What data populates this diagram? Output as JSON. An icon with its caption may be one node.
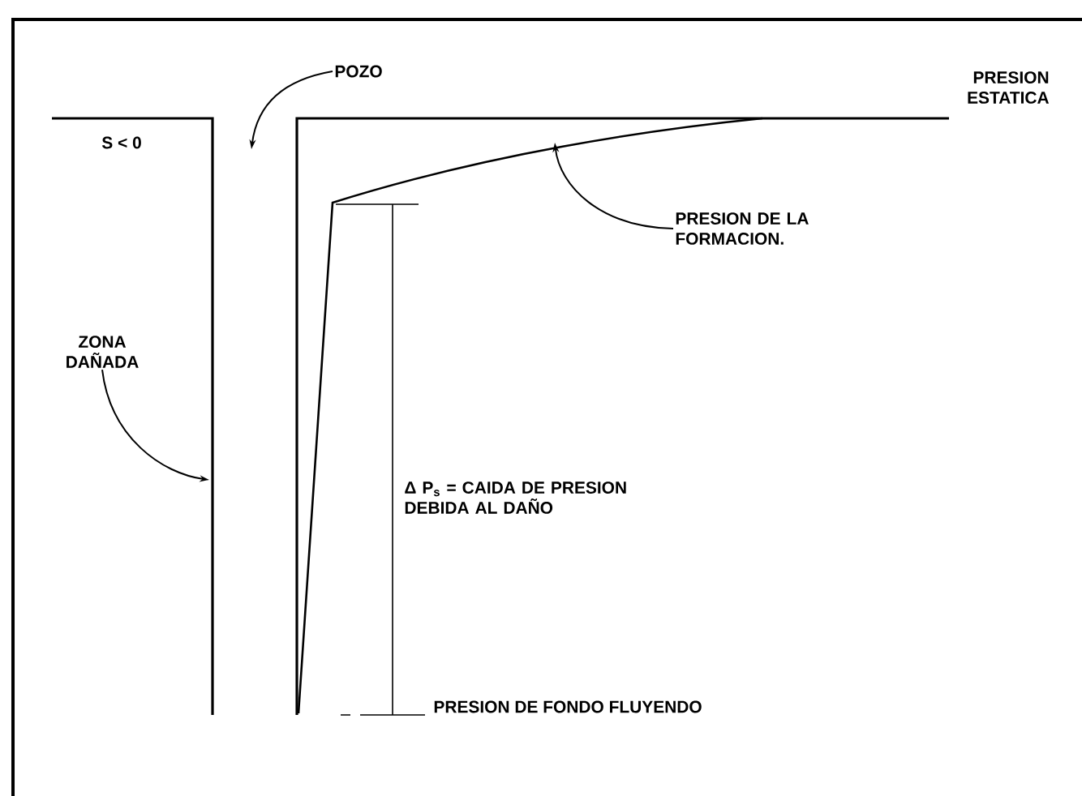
{
  "diagram": {
    "nodes": [
      {
        "text": [
          "POZO"
        ]
      },
      {
        "text": [
          "ZONA DAÑADA"
        ]
      },
      {
        "text": [
          "PRESION DE LA FORMACION."
        ]
      }
    ],
    "edges": [
      {
        "from": 0,
        "to": null,
        "arrow": "to"
      },
      {
        "from": 1,
        "to": null,
        "arrow": "to"
      },
      {
        "from": 2,
        "to": null,
        "arrow": "to"
      }
    ],
    "labels": [
      "S < 0",
      "PRESION ESTATICA",
      "Δ P$_{s}$ = CAIDA DE PRESION DEBIDA AL DAÑO",
      "PRESION DE FONDO FLUYENDO"
    ]
  }
}
